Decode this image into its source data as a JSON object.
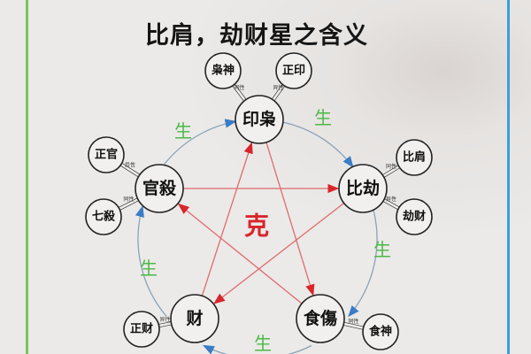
{
  "title": "比肩，劫财星之含义",
  "colors": {
    "sheng_arrow": "#3a7cc6",
    "ke_arrow": "#d8262b",
    "sheng_text": "#4cb848",
    "left_border": "#7dc35a",
    "right_border": "#3aa0d8"
  },
  "main_nodes": [
    "印枭",
    "比劫",
    "食傷",
    "财",
    "官殺"
  ],
  "satellites": [
    {
      "label": "枭神",
      "link": "同性"
    },
    {
      "label": "正印",
      "link": "异性"
    },
    {
      "label": "比肩",
      "link": "同性"
    },
    {
      "label": "劫财",
      "link": "异性"
    },
    {
      "label": "食神",
      "link": "同性"
    },
    {
      "label": "正财",
      "link": "异性"
    },
    {
      "label": "七殺",
      "link": "同性"
    },
    {
      "label": "正官",
      "link": "异性"
    }
  ],
  "sheng_label": "生",
  "ke_label": "克"
}
